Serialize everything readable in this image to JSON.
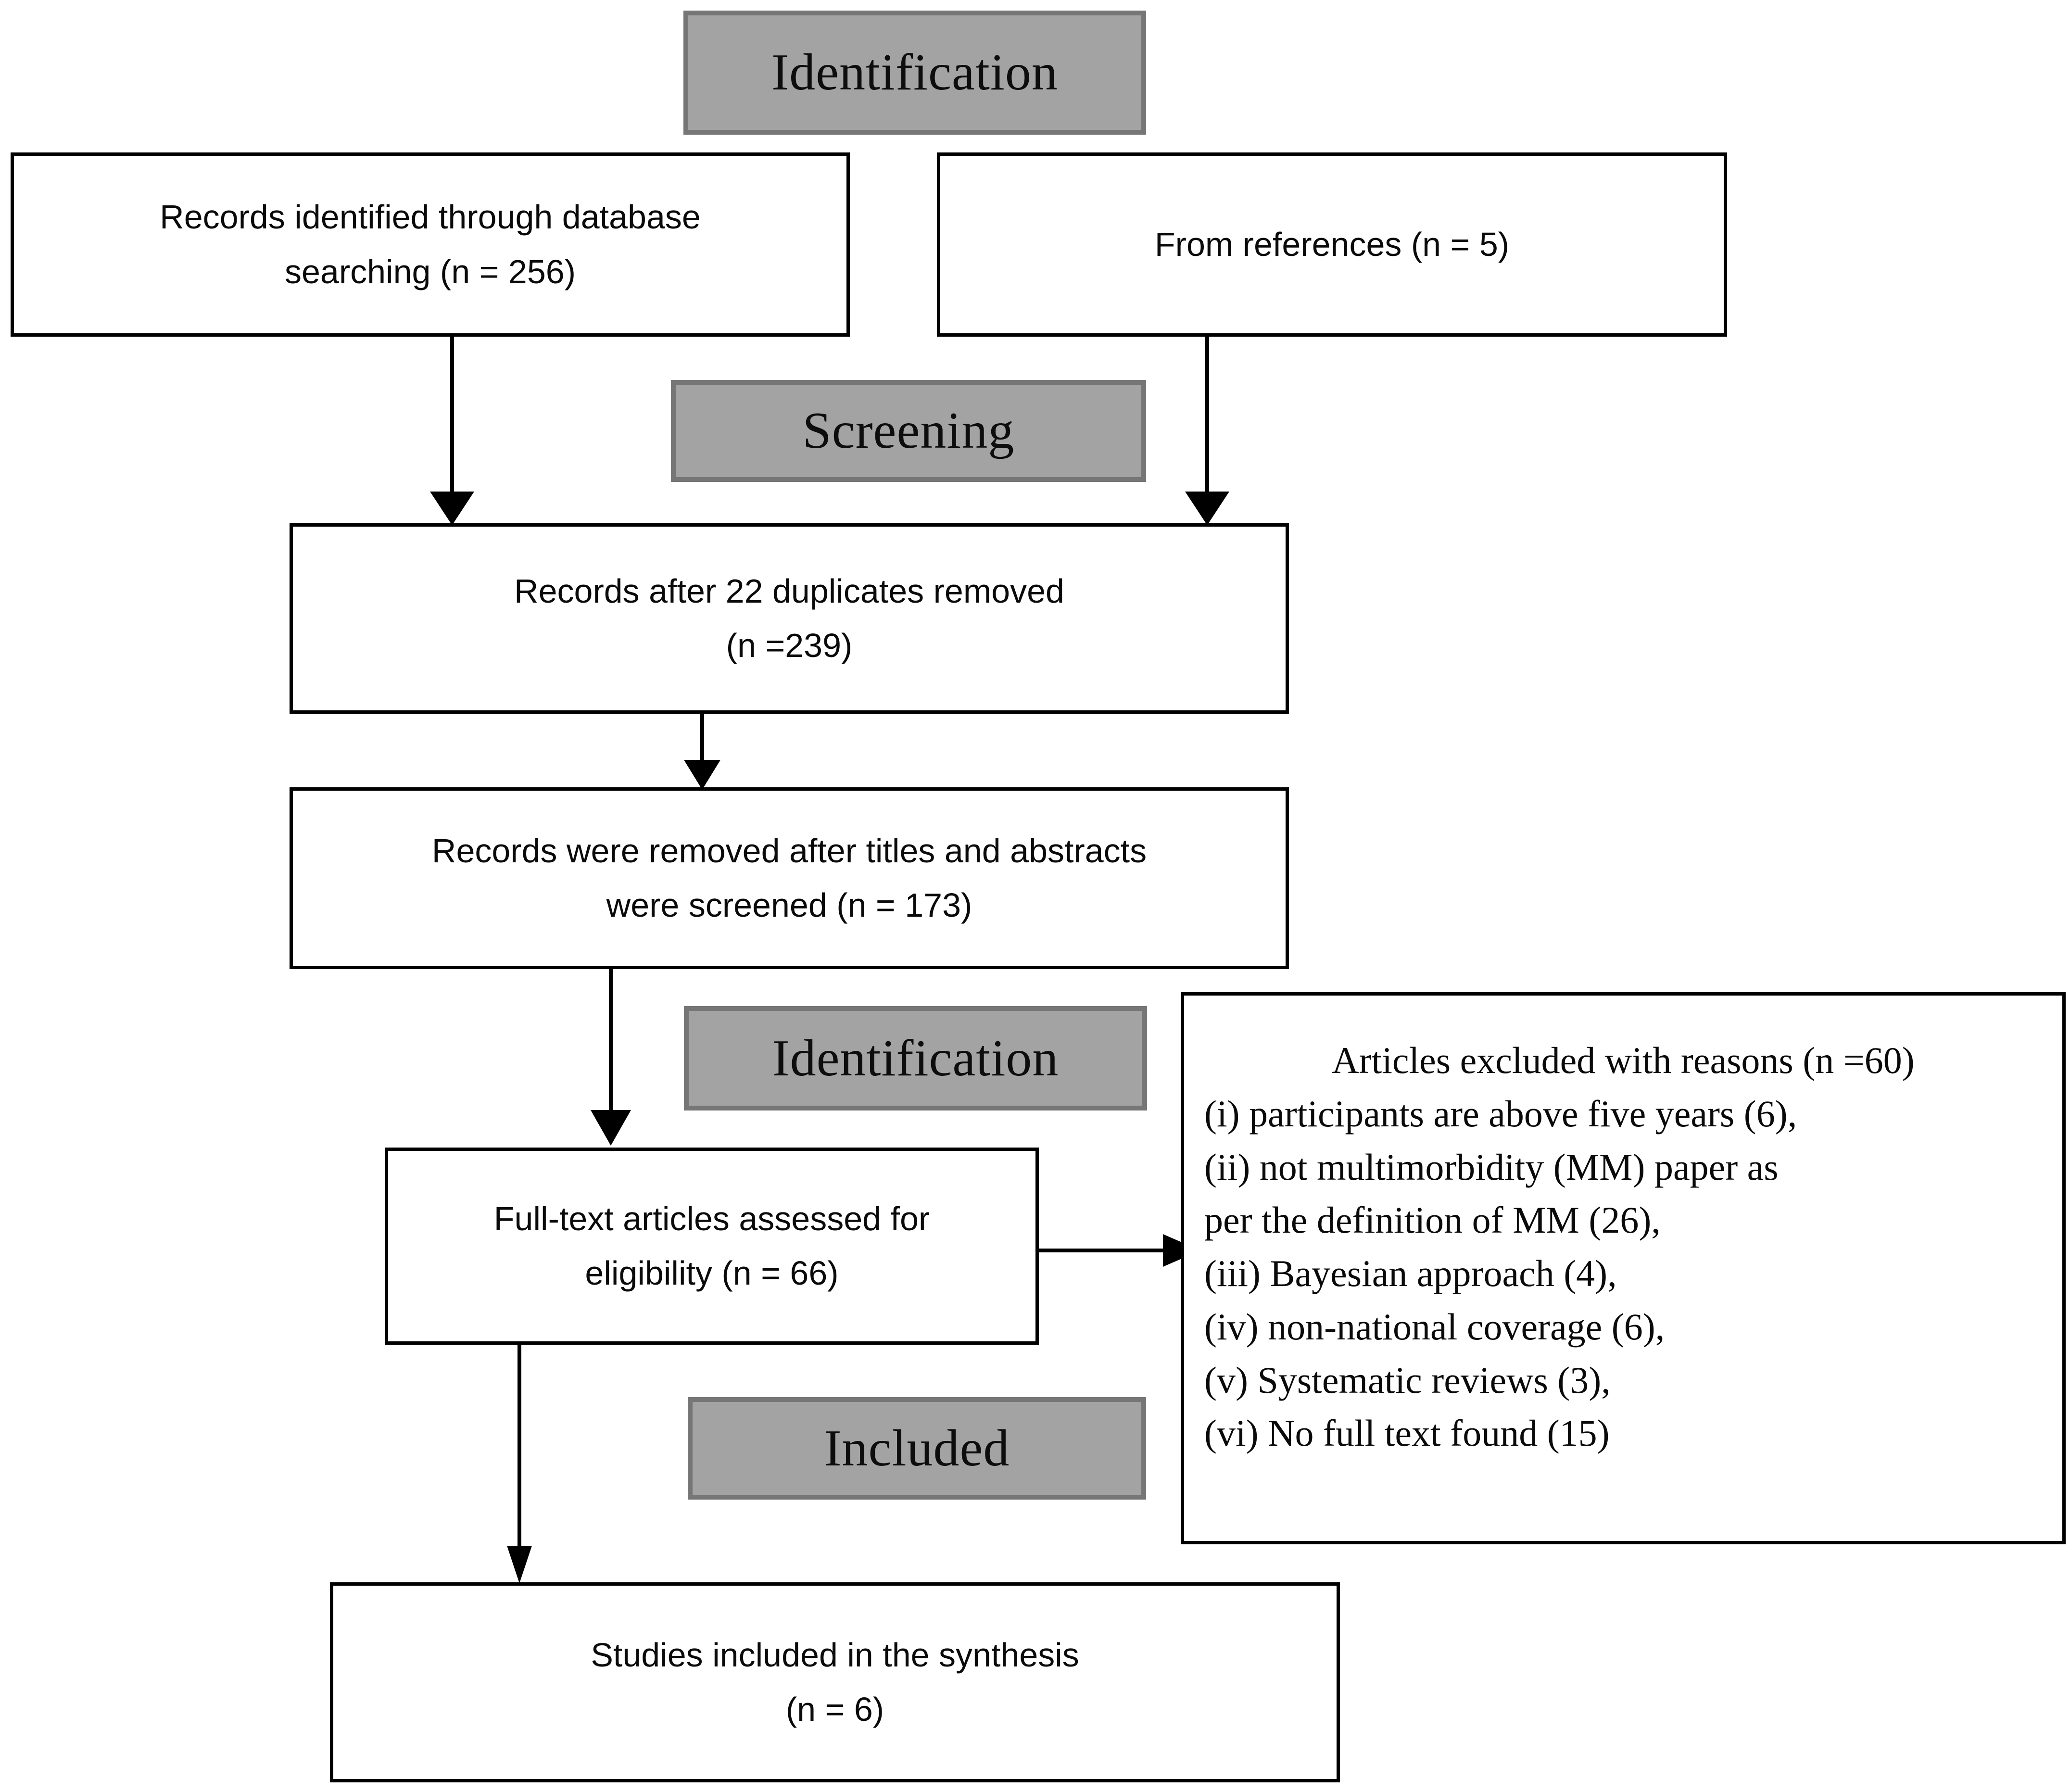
{
  "diagram": {
    "type": "prisma-flow-diagram",
    "stages": [
      {
        "id": "identification-top",
        "label": "Identification"
      },
      {
        "id": "screening",
        "label": "Screening"
      },
      {
        "id": "identification-mid",
        "label": "Identification"
      },
      {
        "id": "included",
        "label": "Included"
      }
    ],
    "boxes": [
      {
        "id": "records-database",
        "lines": [
          "Records identified through database",
          "searching (n = 256)"
        ]
      },
      {
        "id": "records-references",
        "lines": [
          "From references (n = 5)"
        ]
      },
      {
        "id": "records-deduplicated",
        "lines": [
          "Records after 22 duplicates removed",
          "(n =239)"
        ]
      },
      {
        "id": "records-screened-out",
        "lines": [
          "Records were removed after titles and abstracts",
          "were screened (n = 173)"
        ]
      },
      {
        "id": "fulltext-assessed",
        "lines": [
          "Full-text articles assessed for",
          "eligibility (n = 66)"
        ]
      },
      {
        "id": "articles-excluded",
        "heading": "Articles excluded with reasons (n =60)",
        "lines": [
          "(i) participants are above five years (6),",
          "(ii) not multimorbidity (MM) paper as",
          "per the definition of MM (26),",
          "(iii) Bayesian approach (4),",
          "(iv) non-national coverage (6),",
          "(v) Systematic reviews (3),",
          "(vi) No full text found (15)"
        ]
      },
      {
        "id": "studies-included",
        "lines": [
          "Studies included in the synthesis",
          "(n = 6)"
        ]
      }
    ],
    "connectors": [
      {
        "id": "db-to-dedup",
        "from": "records-database",
        "to": "records-deduplicated",
        "direction": "down"
      },
      {
        "id": "refs-to-dedup",
        "from": "records-references",
        "to": "records-deduplicated",
        "direction": "down"
      },
      {
        "id": "dedup-to-screened",
        "from": "records-deduplicated",
        "to": "records-screened-out",
        "direction": "down"
      },
      {
        "id": "screened-to-fulltext",
        "from": "records-screened-out",
        "to": "fulltext-assessed",
        "direction": "down"
      },
      {
        "id": "fulltext-to-excluded",
        "from": "fulltext-assessed",
        "to": "articles-excluded",
        "direction": "right"
      },
      {
        "id": "fulltext-to-included",
        "from": "fulltext-assessed",
        "to": "studies-included",
        "direction": "down"
      }
    ],
    "colors": {
      "stage_fill": "#a3a3a3",
      "stage_border": "#767676",
      "box_border": "#000000",
      "box_fill": "#ffffff",
      "text": "#0a0a0a",
      "connector": "#000000"
    }
  }
}
